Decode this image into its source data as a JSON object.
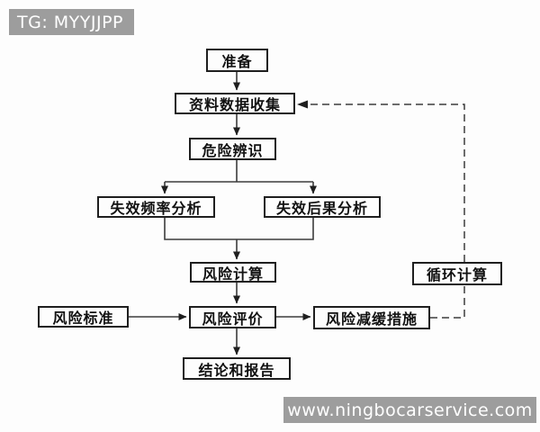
{
  "watermarks": {
    "top_left": "TG: MYYJJPP",
    "bottom_right": "www.ningbocarservice.com"
  },
  "flowchart": {
    "nodes": {
      "prepare": "准备",
      "data_collection": "资料数据收集",
      "hazard_identification": "危险辨识",
      "failure_frequency_analysis": "失效频率分析",
      "failure_consequence_analysis": "失效后果分析",
      "risk_calculation": "风险计算",
      "risk_criteria": "风险标准",
      "risk_evaluation": "风险评价",
      "risk_mitigation": "风险减缓措施",
      "loop_calculation": "循环计算",
      "conclusion_report": "结论和报告"
    },
    "edges": [
      {
        "from": "准备",
        "to": "资料数据收集",
        "style": "solid"
      },
      {
        "from": "资料数据收集",
        "to": "危险辨识",
        "style": "solid"
      },
      {
        "from": "危险辨识",
        "to": "失效频率分析",
        "style": "solid"
      },
      {
        "from": "危险辨识",
        "to": "失效后果分析",
        "style": "solid"
      },
      {
        "from": "失效频率分析",
        "to": "风险计算",
        "style": "solid"
      },
      {
        "from": "失效后果分析",
        "to": "风险计算",
        "style": "solid"
      },
      {
        "from": "风险计算",
        "to": "风险评价",
        "style": "solid"
      },
      {
        "from": "风险标准",
        "to": "风险评价",
        "style": "solid"
      },
      {
        "from": "风险评价",
        "to": "风险减缓措施",
        "style": "solid"
      },
      {
        "from": "风险评价",
        "to": "结论和报告",
        "style": "solid"
      },
      {
        "from": "风险减缓措施",
        "to": "循环计算",
        "style": "dashed"
      },
      {
        "from": "循环计算",
        "to": "资料数据收集",
        "style": "dashed"
      }
    ]
  },
  "colors": {
    "background": "#fdfdfd",
    "box_border": "#1f1f1f",
    "connector": "#3c3c3c",
    "watermark_background": "#9d9d9d",
    "watermark_text": "#ffffff"
  }
}
